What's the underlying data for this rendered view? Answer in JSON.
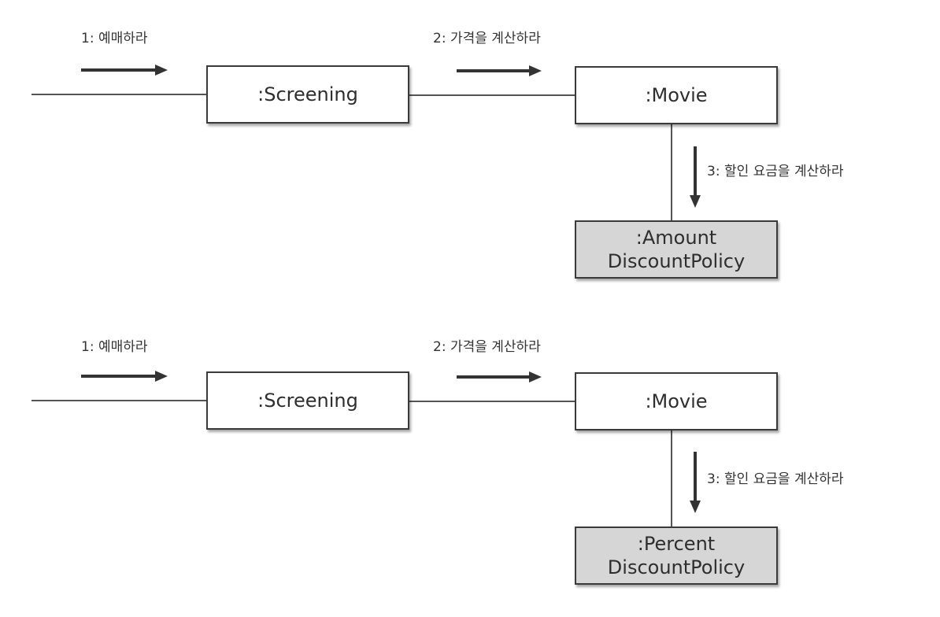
{
  "diagrams": [
    {
      "messages": {
        "m1": "1: 예매하라",
        "m2": "2: 가격을 계산하라",
        "m3": "3: 할인 요금을 계산하라"
      },
      "objects": {
        "screening": ":Screening",
        "movie": ":Movie",
        "policy_line1": ":Amount",
        "policy_line2": "DiscountPolicy"
      }
    },
    {
      "messages": {
        "m1": "1: 예매하라",
        "m2": "2: 가격을 계산하라",
        "m3": "3: 할인 요금을 계산하라"
      },
      "objects": {
        "screening": ":Screening",
        "movie": ":Movie",
        "policy_line1": ":Percent",
        "policy_line2": "DiscountPolicy"
      }
    }
  ],
  "colors": {
    "policy_fill": "#d6d6d6",
    "object_fill": "#ffffff",
    "line": "#555555",
    "arrow": "#333333"
  }
}
